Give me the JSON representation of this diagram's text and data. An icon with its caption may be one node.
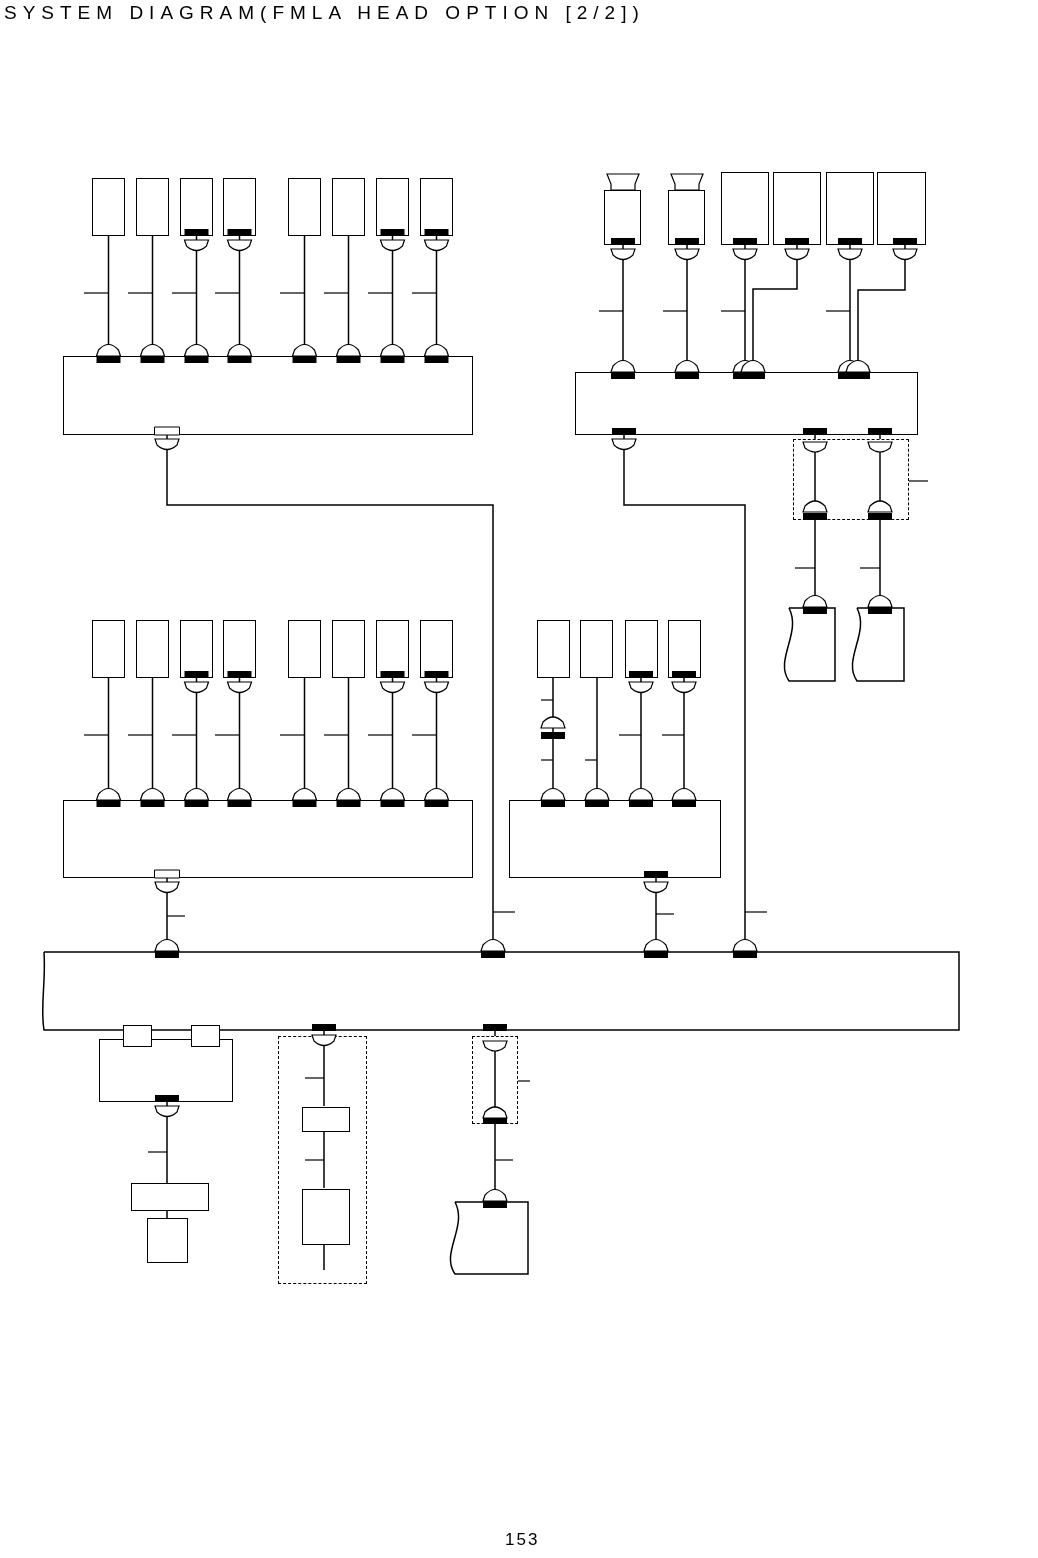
{
  "diagram": {
    "title": "SYSTEM DIAGRAM(FMLA HEAD OPTION [2/2])",
    "nodes": [
      {
        "text": [],
        "shape": "box"
      },
      {
        "text": [],
        "shape": "box"
      },
      {
        "text": [],
        "shape": "box"
      },
      {
        "text": [],
        "shape": "box"
      },
      {
        "text": [],
        "shape": "box"
      },
      {
        "text": [],
        "shape": "box"
      },
      {
        "text": [],
        "shape": "box"
      },
      {
        "text": [],
        "shape": "box"
      },
      {
        "text": [],
        "shape": "box"
      },
      {
        "text": [],
        "shape": "box"
      },
      {
        "text": [],
        "shape": "box"
      },
      {
        "text": [],
        "shape": "box"
      },
      {
        "text": [],
        "shape": "box"
      },
      {
        "text": [],
        "shape": "box"
      },
      {
        "text": [],
        "shape": "box"
      },
      {
        "text": [],
        "shape": "box"
      },
      {
        "text": [],
        "shape": "box"
      },
      {
        "text": [],
        "shape": "box"
      },
      {
        "text": [],
        "shape": "box"
      },
      {
        "text": [],
        "shape": "box"
      },
      {
        "text": [],
        "shape": "box"
      },
      {
        "text": [],
        "shape": "box"
      },
      {
        "text": [],
        "shape": "box"
      },
      {
        "text": [],
        "shape": "box"
      },
      {
        "text": [],
        "shape": "box"
      },
      {
        "text": [],
        "shape": "box"
      },
      {
        "text": [],
        "shape": "box"
      },
      {
        "text": [],
        "shape": "box"
      },
      {
        "text": [],
        "shape": "box"
      },
      {
        "text": [],
        "shape": "box"
      },
      {
        "text": [],
        "shape": "box"
      },
      {
        "text": [],
        "shape": "box"
      },
      {
        "text": [],
        "shape": "box"
      },
      {
        "text": [],
        "shape": "box"
      },
      {
        "text": [],
        "shape": "box"
      },
      {
        "text": [],
        "shape": "box"
      },
      {
        "text": [],
        "shape": "box"
      },
      {
        "text": [],
        "shape": "box"
      },
      {
        "text": [],
        "shape": "box"
      },
      {
        "text": [],
        "shape": "box"
      },
      {
        "text": [],
        "shape": "box",
        "in": 39
      },
      {
        "text": [],
        "shape": "box",
        "in": 39
      },
      {
        "text": [],
        "shape": "box"
      },
      {
        "text": [],
        "shape": "box"
      }
    ],
    "edges": [
      {
        "from": 0,
        "to": 8,
        "arrow": "other"
      },
      {
        "from": 1,
        "to": 8,
        "arrow": "other"
      },
      {
        "from": 2,
        "to": 8,
        "arrow": "other"
      },
      {
        "from": 3,
        "to": 8,
        "arrow": "other"
      },
      {
        "from": 4,
        "to": 8,
        "arrow": "other"
      },
      {
        "from": 5,
        "to": 8,
        "arrow": "other"
      },
      {
        "from": 6,
        "to": 8,
        "arrow": "other"
      },
      {
        "from": 7,
        "to": 8,
        "arrow": "other"
      },
      {
        "from": 9,
        "to": 15,
        "arrow": "other"
      },
      {
        "from": 10,
        "to": 15,
        "arrow": "other"
      },
      {
        "from": 11,
        "to": 15,
        "arrow": "other"
      },
      {
        "from": 12,
        "to": 15,
        "arrow": "other"
      },
      {
        "from": 13,
        "to": 15,
        "arrow": "other"
      },
      {
        "from": 14,
        "to": 15,
        "arrow": "other"
      },
      {
        "from": 15,
        "to": 16,
        "arrow": "other"
      },
      {
        "from": 15,
        "to": 16,
        "arrow": "other"
      },
      {
        "from": 16,
        "to": 17,
        "arrow": "other"
      },
      {
        "from": 16,
        "to": 18,
        "arrow": "other"
      },
      {
        "from": 19,
        "to": 27,
        "arrow": "other"
      },
      {
        "from": 20,
        "to": 27,
        "arrow": "other"
      },
      {
        "from": 21,
        "to": 27,
        "arrow": "other"
      },
      {
        "from": 22,
        "to": 27,
        "arrow": "other"
      },
      {
        "from": 23,
        "to": 27,
        "arrow": "other"
      },
      {
        "from": 24,
        "to": 27,
        "arrow": "other"
      },
      {
        "from": 25,
        "to": 27,
        "arrow": "other"
      },
      {
        "from": 26,
        "to": 27,
        "arrow": "other"
      },
      {
        "from": 28,
        "to": 32,
        "arrow": "other"
      },
      {
        "from": 29,
        "to": 32,
        "arrow": "other"
      },
      {
        "from": 30,
        "to": 32,
        "arrow": "other"
      },
      {
        "from": 31,
        "to": 32,
        "arrow": "other"
      },
      {
        "from": 8,
        "to": 33,
        "arrow": "other"
      },
      {
        "from": 15,
        "to": 33,
        "arrow": "other"
      },
      {
        "from": 27,
        "to": 33,
        "arrow": "other"
      },
      {
        "from": 32,
        "to": 33,
        "arrow": "other"
      },
      {
        "from": 33,
        "to": 40,
        "arrow": "other"
      },
      {
        "from": 40,
        "to": 41,
        "arrow": "none"
      },
      {
        "from": 41,
        "to": null,
        "arrow": "none"
      },
      {
        "from": 33,
        "to": 42,
        "arrow": "other"
      },
      {
        "from": 42,
        "to": 43,
        "arrow": "other"
      },
      {
        "from": 34,
        "to": 37,
        "arrow": "other"
      },
      {
        "from": 37,
        "to": 38,
        "arrow": "none"
      }
    ],
    "labels": [
      "153"
    ]
  }
}
